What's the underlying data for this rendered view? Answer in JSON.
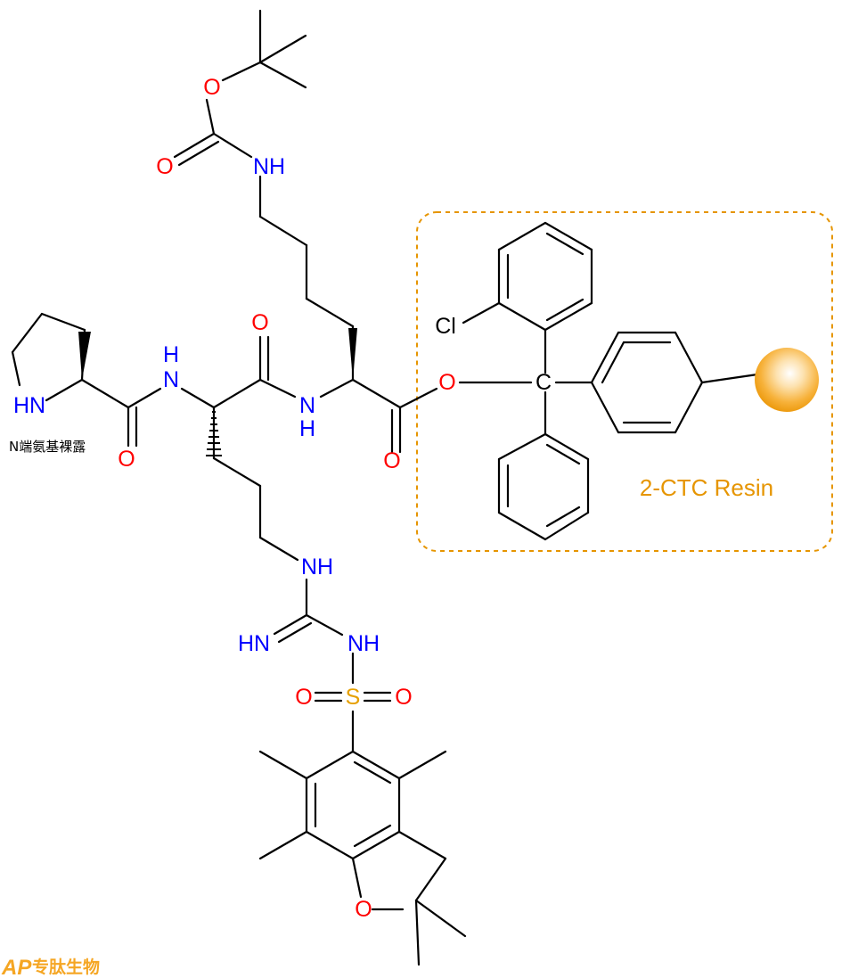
{
  "colors": {
    "bond": "#000000",
    "nitrogen": "#0000ff",
    "oxygen": "#ff0000",
    "sulfur": "#e6a000",
    "chlorine": "#000000",
    "resin_label": "#e69500",
    "resin_box": "#e69500",
    "watermark": "#f5a623"
  },
  "atoms": {
    "o_boc_ether": "O",
    "o_boc_carbonyl": "O",
    "nh_lys_side": "NH",
    "hn_pro": "HN",
    "nh_arg_top": "N",
    "h_arg_top": "H",
    "o_arg_carbonyl": "O",
    "n_lys_amide": "N",
    "h_lys_amide": "H",
    "o_ester": "O",
    "o_lys_carbonyl": "O",
    "o_pro_carbonyl": "O",
    "cl": "Cl",
    "c_trityl": "C",
    "nh_guan_upper": "NH",
    "hn_guan_imine": "HN",
    "nh_guan_lower": "NH",
    "s_sulfonyl": "S",
    "o_sulfonyl_left": "O",
    "o_sulfonyl_right": "O",
    "o_pbf_ring": "O"
  },
  "annotation": "N端氨基裸露",
  "resin_label": "2-CTC Resin",
  "watermark": {
    "logo": "AP",
    "text": "专肽生物"
  }
}
